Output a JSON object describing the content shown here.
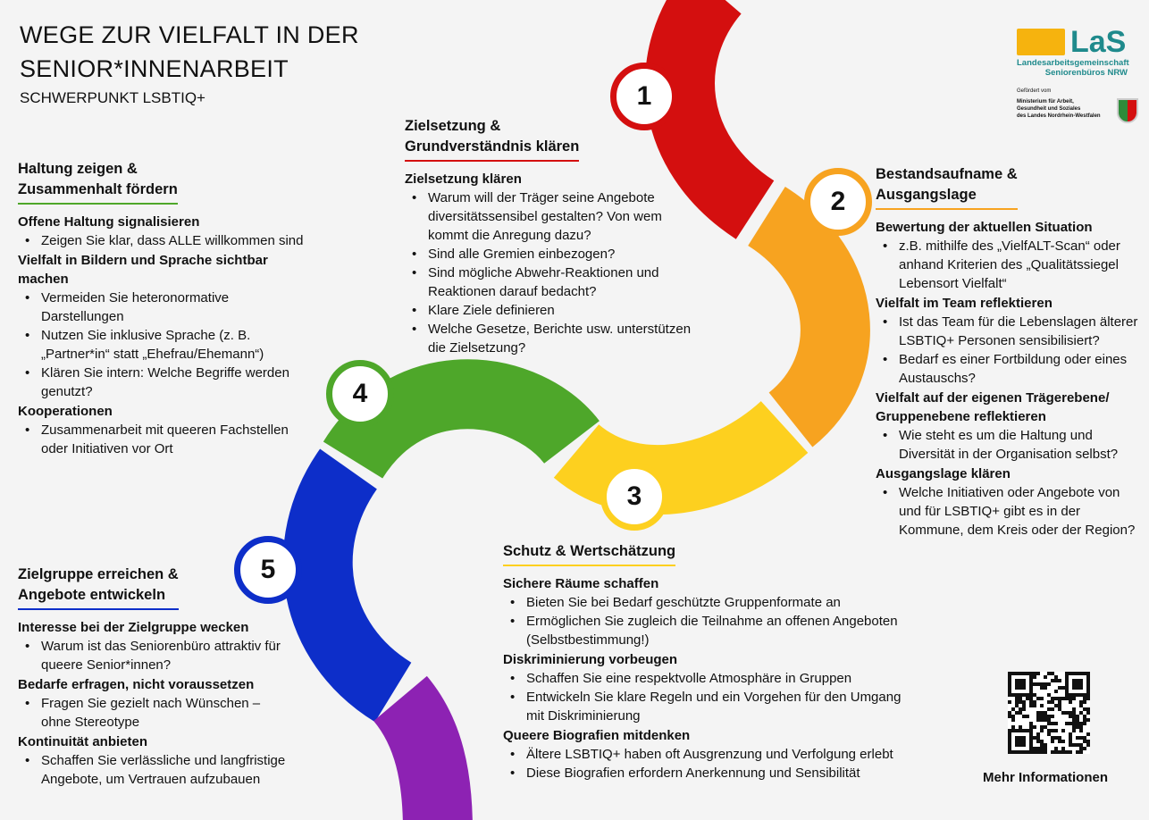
{
  "title_lines": [
    "WEGE ZUR VIELFALT IN DER",
    "SENIOR*INNENARBEIT"
  ],
  "subtitle": "SCHWERPUNKT LSBTIQ+",
  "colors": {
    "red": "#d40f0f",
    "orange": "#f7a320",
    "yellow": "#fdd01f",
    "green": "#4ea72a",
    "blue": "#0d2ec9",
    "purple": "#8d22b3",
    "teal": "#1f8a8c",
    "logo_yellow": "#f6b30e"
  },
  "logo": {
    "mark": "LaS",
    "line1": "Landesarbeitsgemeinschaft",
    "line2": "Seniorenbüros NRW",
    "funded": "Gefördert vom",
    "ministry": [
      "Ministerium für Arbeit,",
      "Gesundheit und Soziales",
      "des Landes Nordrhein-Westfalen"
    ]
  },
  "steps": [
    {
      "n": "1",
      "title": [
        "Zielsetzung &",
        "Grundverständnis klären"
      ],
      "groups": [
        {
          "h": "Zielsetzung klären",
          "items": [
            "Warum will der Träger seine Angebote diversitätssensibel gestalten? Von wem kommt die Anregung dazu?",
            "Sind alle Gremien einbezogen?",
            "Sind mögliche Abwehr-Reaktionen und Reaktionen darauf bedacht?",
            "Klare Ziele definieren",
            "Welche Gesetze, Berichte usw. unterstützen die Zielsetzung?"
          ]
        }
      ]
    },
    {
      "n": "2",
      "title": [
        "Bestandsaufname &",
        "Ausgangslage"
      ],
      "groups": [
        {
          "h": "Bewertung der aktuellen Situation",
          "items": [
            "z.B. mithilfe des „VielfALT-Scan“ oder anhand Kriterien des „Qualitätssiegel Lebensort Vielfalt“"
          ]
        },
        {
          "h": "Vielfalt im Team reflektieren",
          "items": [
            "Ist das Team für die Lebenslagen älterer LSBTIQ+ Personen sensibilisiert?",
            "Bedarf es einer Fortbildung oder eines Austauschs?"
          ]
        },
        {
          "h": "Vielfalt auf der eigenen Trägerebene/ Gruppenebene reflektieren",
          "items": [
            "Wie steht es um die Haltung und Diversität in der Organisation selbst?"
          ]
        },
        {
          "h": "Ausgangslage klären",
          "items": [
            "Welche Initiativen oder Angebote von und für LSBTIQ+ gibt es in der Kommune, dem Kreis oder der Region?"
          ]
        }
      ]
    },
    {
      "n": "3",
      "title": [
        "Schutz & Wertschätzung"
      ],
      "groups": [
        {
          "h": "Sichere Räume schaffen",
          "items": [
            "Bieten Sie bei Bedarf geschützte Gruppenformate an",
            "Ermöglichen Sie zugleich die Teilnahme an offenen Angeboten (Selbstbestimmung!)"
          ]
        },
        {
          "h": "Diskriminierung vorbeugen",
          "items": [
            "Schaffen Sie eine respektvolle Atmosphäre in Gruppen",
            "Entwickeln Sie klare Regeln und ein Vorgehen für den Umgang mit Diskriminierung"
          ]
        },
        {
          "h": "Queere Biografien mitdenken",
          "items": [
            "Ältere LSBTIQ+ haben oft Ausgrenzung und Verfolgung erlebt",
            "Diese Biografien erfordern Anerkennung und Sensibilität"
          ]
        }
      ]
    },
    {
      "n": "4",
      "title": [
        "Haltung zeigen &",
        "Zusammenhalt fördern"
      ],
      "groups": [
        {
          "h": "Offene Haltung signalisieren",
          "items": [
            "Zeigen Sie klar, dass ALLE willkommen sind"
          ]
        },
        {
          "h": "Vielfalt in Bildern und Sprache sichtbar machen",
          "items": [
            "Vermeiden Sie heteronormative Darstellungen",
            "Nutzen Sie inklusive Sprache (z. B. „Partner*in“ statt „Ehefrau/Ehemann“)",
            "Klären Sie intern: Welche Begriffe werden genutzt?"
          ]
        },
        {
          "h": "Kooperationen",
          "items": [
            "Zusammenarbeit mit queeren Fachstellen oder Initiativen vor Ort"
          ]
        }
      ]
    },
    {
      "n": "5",
      "title": [
        "Zielgruppe erreichen &",
        "Angebote entwickeln"
      ],
      "groups": [
        {
          "h": "Interesse bei der Zielgruppe wecken",
          "items": [
            "Warum ist das Seniorenbüro attraktiv für queere Senior*innen?"
          ]
        },
        {
          "h": "Bedarfe erfragen, nicht voraussetzen",
          "items": [
            "Fragen Sie gezielt nach Wünschen – ohne Stereotype"
          ]
        },
        {
          "h": "Kontinuität anbieten",
          "items": [
            "Schaffen Sie verlässliche und langfristige Angebote, um Vertrauen aufzubauen"
          ]
        }
      ]
    }
  ],
  "qr_caption": "Mehr Informationen"
}
